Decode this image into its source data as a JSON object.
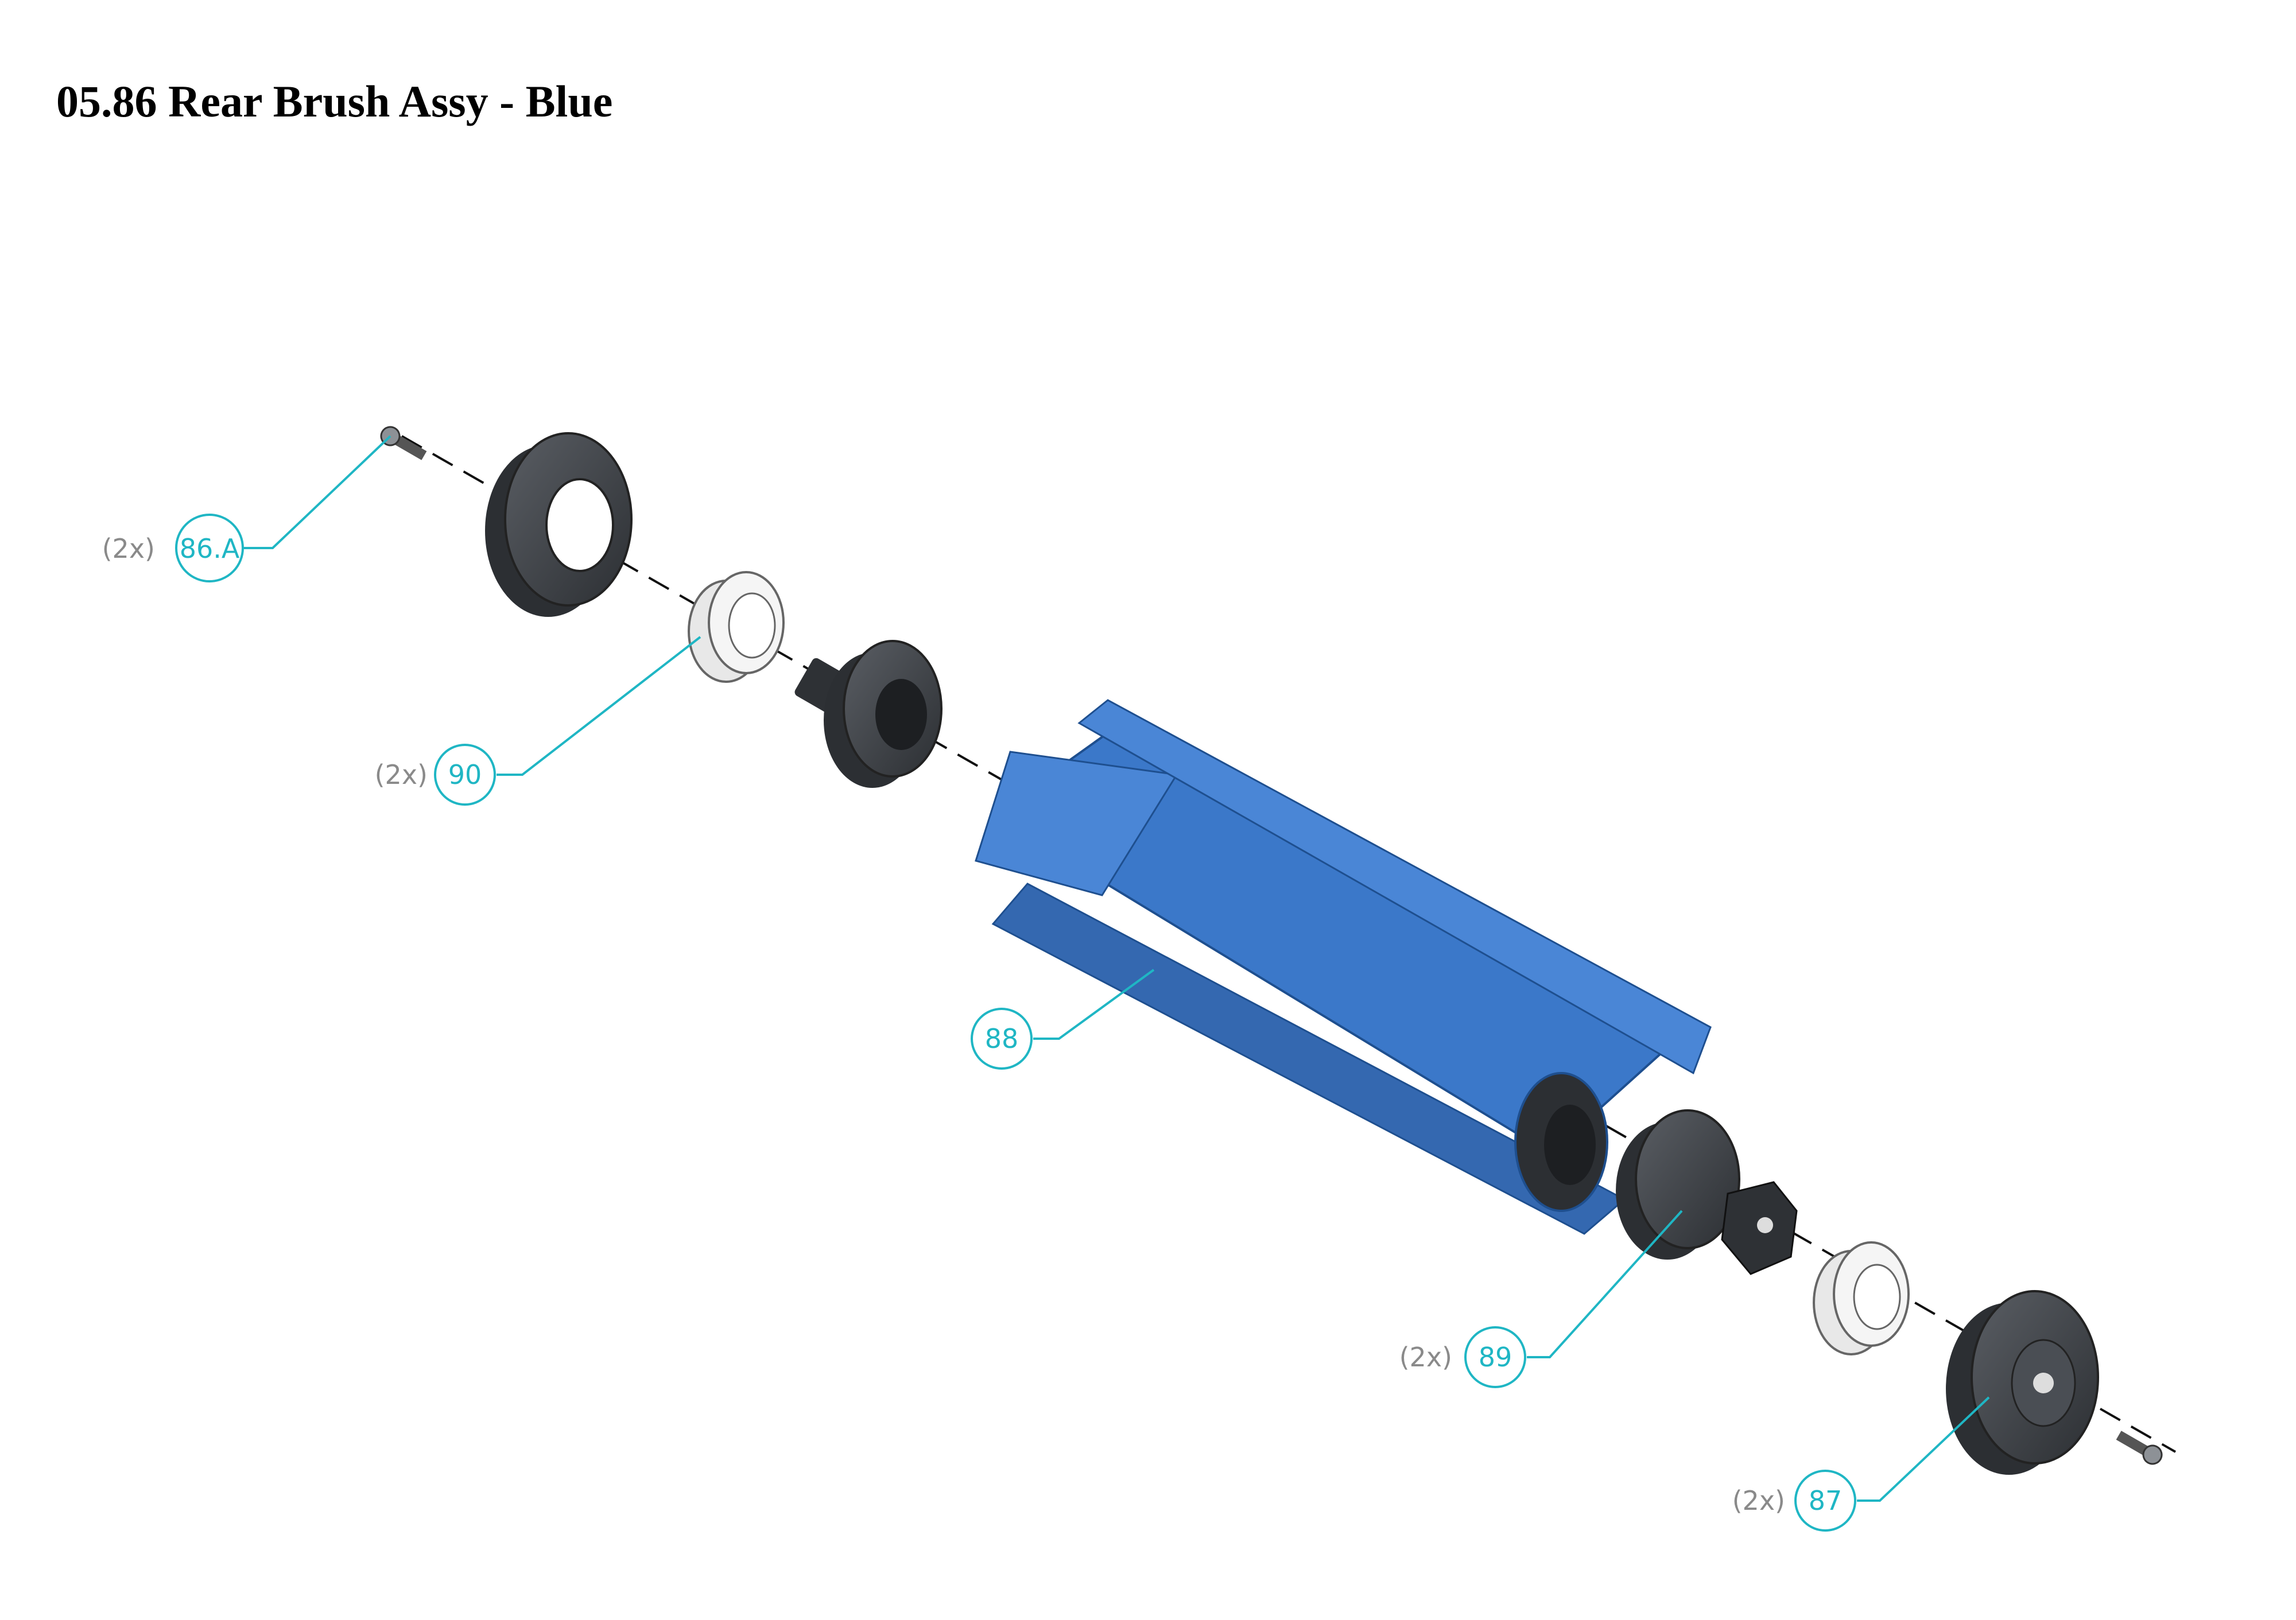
{
  "title": "05.86 Rear Brush Assy - Blue",
  "colors": {
    "callout": "#1fb6c4",
    "quantity_text": "#8a8a8a",
    "brush": "#3b78c9",
    "dark_part": "#3a3d42",
    "light_part": "#eeeeee"
  },
  "callouts": [
    {
      "id": "86.A",
      "qty": "(2x)"
    },
    {
      "id": "90",
      "qty": "(2x)"
    },
    {
      "id": "88",
      "qty": ""
    },
    {
      "id": "89",
      "qty": "(2x)"
    },
    {
      "id": "87",
      "qty": "(2x)"
    }
  ]
}
